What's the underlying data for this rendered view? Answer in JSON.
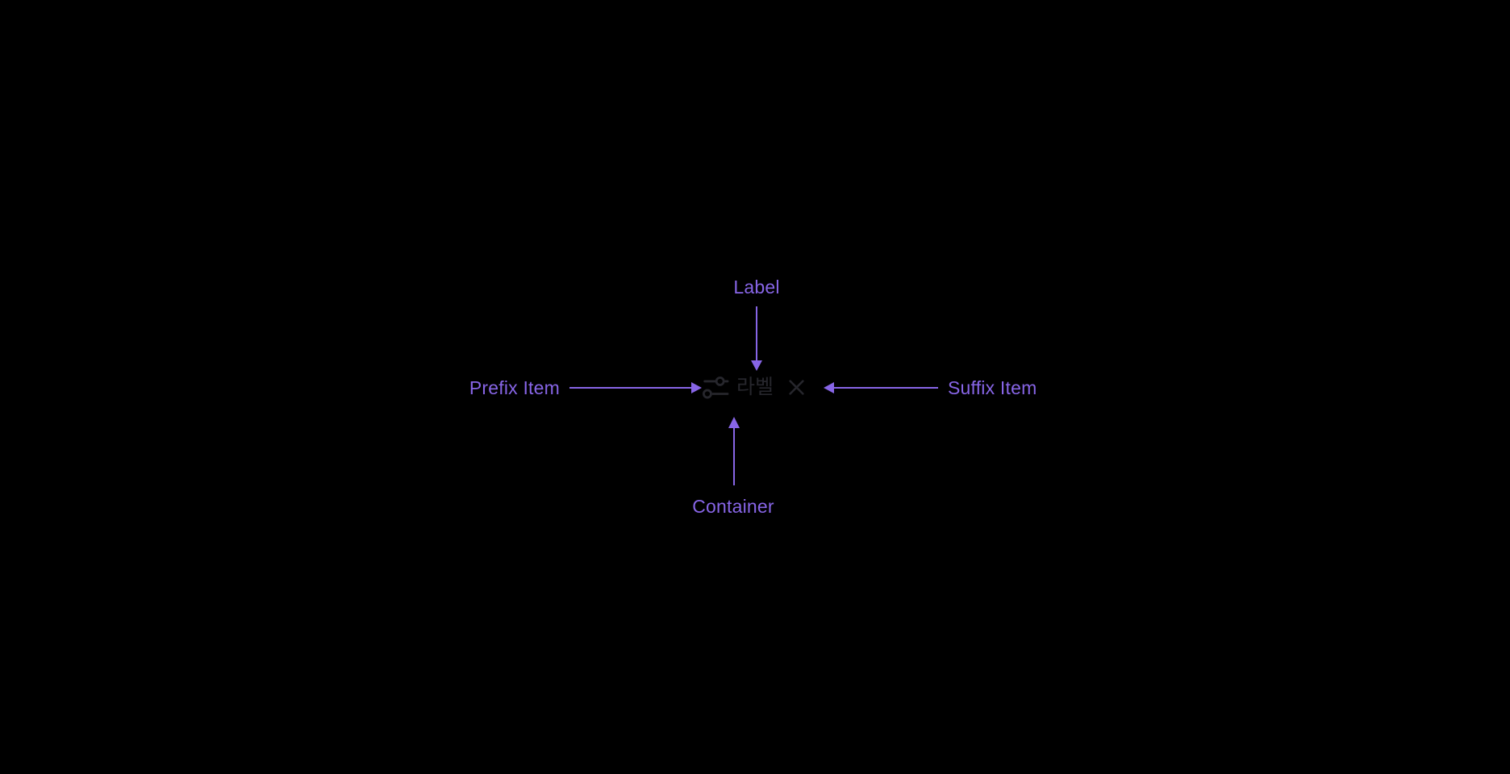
{
  "colors": {
    "background": "#000000",
    "accent": "#8765E6",
    "chip_foreground": "#26262C"
  },
  "annotations": {
    "label": "Label",
    "prefix": "Prefix Item",
    "suffix": "Suffix Item",
    "container": "Container"
  },
  "chip": {
    "label": "라벨",
    "prefix_icon": "sliders-icon",
    "suffix_icon": "close-icon"
  }
}
